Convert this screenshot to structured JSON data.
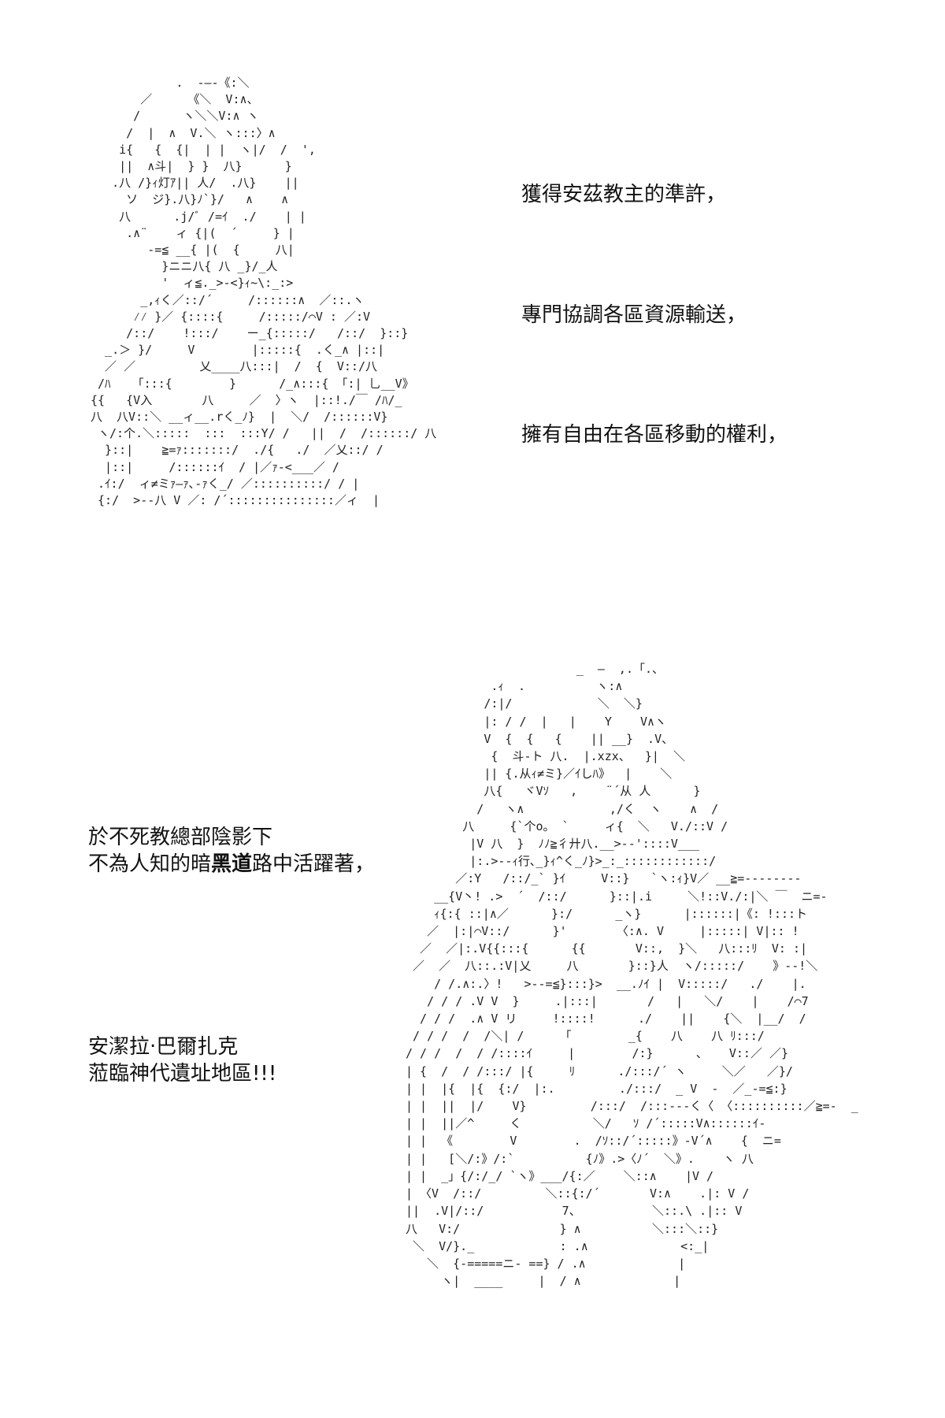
{
  "captions": {
    "permission": "獲得安茲教主的準許，",
    "coordination": "專門協調各區資源輸送，",
    "movement": "擁有自由在各區移動的權利，",
    "shadow_line1": "於不死教總部陰影下",
    "shadow_line2_pre": "不為人知的暗",
    "shadow_line2_bold": "黑道",
    "shadow_line2_post": "路中活躍著，",
    "name_line1": "安潔拉‧巴爾扎克",
    "name_line2": "蒞臨神代遺址地區!!!"
  },
  "art": {
    "top": "            .  -―-《:＼\n       ／     《＼  V:∧、\n      /      ヽ＼＼V:∧ ヽ\n     /  |  ∧  V.＼ ヽ:::〉∧\n    i{   {  {|  | |  ヽ|/  /  ',\n    ||  ∧斗|  } }  八}      }\n   .八 /}ｨ灯ｱ|| 人/  .八}    ||\n     ソ  ジ}.八}ﾉ`}/   ∧    ∧\n    八      .j/ﾞ /=ｲ  ./    | |\n     .∧¨    ィ {|(  ´     } |\n        ‐=≦ __{ |(  {     八|\n          }ニニ八{ 八 _}/_人\n          '  ィ≦._>-<}ｨ~\\:_:>\n       _,ｨく／::/´     /::::::∧  ／::.ヽ\n      ⁄⁄ }／ {::::{     /:::::/⌒V : ／:V\n     /::/    !:::/    ー_{:::::/   /::/  }::}\n  _.＞ }/     V        |:::::{  .く_∧ |::|\n  ／ ／         乂____八:::|  /  {  V::/八\n /ﾊ   「:::{        }      /_∧:::{ 「:| 乚__V》\n{{   {V入       八     ／  〉ヽ  |::!./￣ /ﾊ/_\n八  八V::＼ __ィ__.rく_ﾉ}  |  ＼/  /::::::V}\n ヽ/:个.＼:::::  :::  :::Y/ /   ||  /  /::::::/ 八\n  }::|    ≧=ｧ:::::::/  ./{   ./  ／乂::/ /\n  |::|     /::::::ｲ  / |／ｧ-<___／ /\n .ｲ:/  ィ≠ミｧ―ｧ､-ｧく_/ ／::::::::::/ / |\n {:/  >--八 V ／: /´:::::::::::::::／ィ  |",
    "bottom": "                        _  ―  ,.「.、\n            .ｨ  .          ヽ:∧\n           /:|/            ＼  ＼}\n           |: / /  |   |    Y    V∧ヽ\n           V  {  {   {    || __}  .V、\n            {  斗-ト 八.  |.xzx、  }|  ＼\n           || {.从ｨ≠ミ}／ｲしﾊ》  |    ＼\n           八{   ヾVｿ   ,    ¨´从 人      }\n          /   ヽ∧            ,/く  ヽ    ∧  /\n        八     {`个o。 `     ィ{  ＼   V./::V /\n         |V 八  }  ﾉﾉ≧彳廾八.__>-‐'::::V___\n         |:.>-‐ｨ行､_}ｨ^く_ﾉ}>_:_::::::::::::/\n       ／:Y   /::/_` }ｲ     V::}   `ヽ:ｨ}V／ __≧=--------\n    __{V丶! .>  ´  /::/      }::|.i     ＼!::V./:|＼ ￣  ニ=-\n    ｨ{:{ ::|∧／      }:/      _ヽ}      |::::::|《: !:::ト\n   ／  |:|⌒V::/      }'       〈:∧. V     |:::::| V|:: !\n  ／  ／|:.V{{:::{      {{       V::,  }＼   八:::ﾘ  V: :|\n ／  ／  八::.:V|乂     八       }::}人  ヽ/:::::/    》--!＼\n    / /.∧:.〉!   >--=≦}:::}>  __.ﾉｲ |  V:::::/   ./    |.\n   / / / .V V  }     .|:::|       /   |   ＼/    |    /⌒7\n  / / /  .∧ V リ     !::::!      ./    ||    {＼  |__/  /\n / / /  /  /＼| /     「        _{    八    八 ﾘ:::/\n/ / /  /  / /::::ｲ     |        /:}      、   V::／ ／}\n| {  /  / /:::/ |{     ﾘ      ./:::/´ ヽ     ＼／   ／}/\n| |  |{  |{  {:/  |:.         ./:::/  _ V  -  ／_-=≦:}\n| |  ||  |/    V}         /:::/  /:::---く〈 〈::::::::::／≧=-  _\n| |  ||／^     く          ＼/   ｿ /´:::::V∧::::::ｲ-    \n| |  《        V        .  /ｿ::/´:::::》-V´∧    {  ニ=\n| |   [＼/:》/:`          {ﾉ》.>〈ﾉ´  ＼》.    ヽ 八\n| |  _」{/:/_/ `ヽ》___/{:／    ＼::∧    |V /\n| 〈V  /::/         ＼::{:/´       V:∧    .|: V /\n||  .V|/::/           7、          ＼::.\\ .|:: V\n八   V:/              } ∧          ＼:::＼::}\n ＼  V/}._            : .∧             <:_|\n   ＼  {-=====ニ- ==} / .∧             |\n     ヽ|  ____     |  / ∧             |"
  }
}
